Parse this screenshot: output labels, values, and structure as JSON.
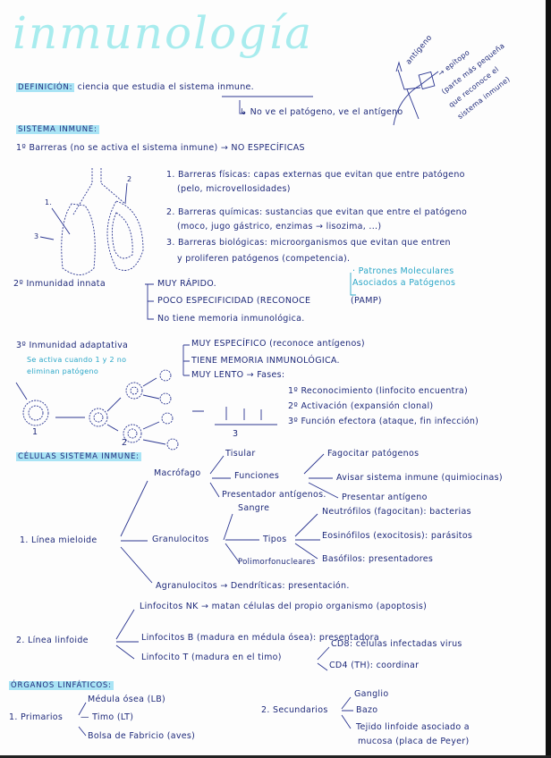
{
  "title": "inmunología",
  "definition": {
    "label": "DEFINICIÓN:",
    "text": "ciencia que estudia el sistema inmune.",
    "note": "↳ No ve el patógeno, ve el antígeno"
  },
  "antigen_diagram": {
    "antigen_label": "antígeno",
    "epitope_lines": [
      "→ epítopo",
      "(parte más pequeña",
      "que reconoce el",
      "sistema inmune)"
    ]
  },
  "sistema": {
    "heading": "SISTEMA INMUNE:",
    "barreras": {
      "title": "1º Barreras (no se activa el sistema inmune) → NO ESPECÍFICAS",
      "diagram_labels": [
        "1.",
        "2",
        "3"
      ],
      "items": [
        [
          "1. Barreras físicas: capas externas que evitan que entre patógeno",
          "(pelo, microvellosidades)"
        ],
        [
          "2. Barreras químicas: sustancias que evitan que entre el patógeno",
          "(moco, jugo gástrico, enzimas → lisozima, ...)"
        ],
        [
          "3. Barreras biológicas: microorganismos que evitan que entren",
          "y proliferen patógenos (competencia)."
        ]
      ]
    },
    "innata": {
      "title": "2º Inmunidad innata",
      "branches": [
        "MUY RÁPIDO.",
        "POCO ESPECIFICIDAD (RECONOCE",
        "No tiene memoria inmunológica."
      ],
      "pamp": "(PAMP)",
      "pamp_note": [
        "· Patrones Moleculares",
        "Asociados a Patógenos"
      ]
    },
    "adaptativa": {
      "title": "3º Inmunidad adaptativa",
      "note": [
        "Se activa cuando 1 y 2 no",
        "eliminan patógeno"
      ],
      "branches": [
        "MUY ESPECÍFICO (reconoce antígenos)",
        "TIENE MEMORIA INMUNOLÓGICA.",
        "MUY LENTO → Fases:"
      ],
      "diagram_labels": [
        "1",
        "2",
        "3"
      ],
      "phases": [
        "1º Reconocimiento (linfocito encuentra)",
        "2º Activación (expansión clonal)",
        "3º Función efectora (ataque, fin infección)"
      ]
    }
  },
  "celulas": {
    "heading": "CÉLULAS SISTEMA INMUNE:",
    "mieloide": {
      "label": "1. Línea mieloide",
      "macrofago": "Macrófago",
      "macrofago_children": [
        "Tisular",
        "Funciones",
        "Presentador antígenos."
      ],
      "funciones": [
        "Fagocitar patógenos",
        "Avisar sistema inmune (quimiocinas)",
        "Presentar antígeno"
      ],
      "granulocitos": "Granulocitos",
      "granulocitos_children": [
        "Sangre",
        "Tipos",
        "Polimorfonucleares"
      ],
      "tipos": [
        "Neutrófilos (fagocitan): bacterias",
        "Eosinófilos (exocitosis): parásitos",
        "Basófilos: presentadores"
      ],
      "agranulocitos": "Agranulocitos → Dendríticas: presentación."
    },
    "linfoide": {
      "label": "2. Línea linfoide",
      "children": [
        "Linfocitos NK → matan células del propio organismo (apoptosis)",
        "Linfocitos B (madura en médula ósea): presentadora",
        "Linfocito T (madura en el timo)"
      ],
      "t_children": [
        "CD8: células infectadas virus",
        "CD4 (TH): coordinar"
      ]
    }
  },
  "organos": {
    "heading": "ÓRGANOS LINFÁTICOS:",
    "primarios": {
      "label": "1. Primarios",
      "items": [
        "Médula ósea (LB)",
        "— Timo (LT)",
        "Bolsa de Fabricio (aves)"
      ]
    },
    "secundarios": {
      "label": "2. Secundarios",
      "items": [
        "Ganglio",
        "Bazo",
        "Tejido linfoide asociado a",
        "mucosa (placa de Peyer)"
      ]
    }
  }
}
